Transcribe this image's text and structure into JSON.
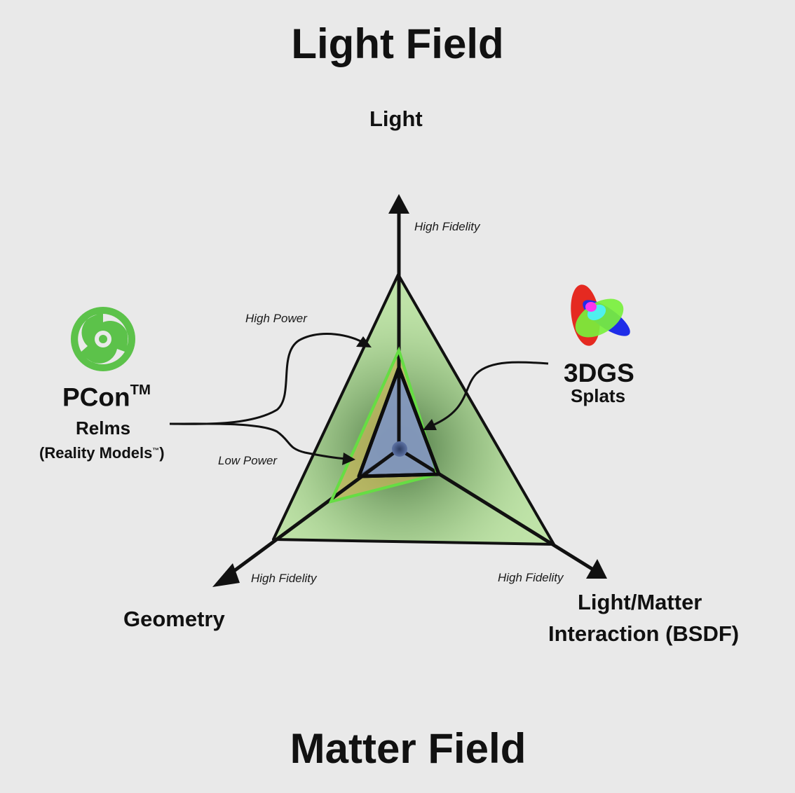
{
  "titles": {
    "top": "Light Field",
    "bottom": "Matter Field"
  },
  "axes": {
    "top": {
      "label": "Light",
      "fidelity": "High Fidelity"
    },
    "left": {
      "label": "Geometry",
      "fidelity": "High Fidelity"
    },
    "right": {
      "label_line1": "Light/Matter",
      "label_line2": "Interaction (BSDF)",
      "fidelity": "High Fidelity"
    }
  },
  "pcon": {
    "name": "PCon",
    "tm": "TM",
    "line2": "Relms",
    "line3": "(Reality Models",
    "line3_tm": "™",
    "line3_end": ")",
    "high_power": "High Power",
    "low_power": "Low Power",
    "logo_icon": "spiral-logo-icon"
  },
  "gs": {
    "name": "3DGS",
    "sub": "Splats",
    "logo_icon": "splat-ellipses-logo-icon"
  },
  "colors": {
    "background": "#e9e9e9",
    "outer_triangle_fill": "#bfe3a8",
    "green_outline": "#66dd44",
    "inner_triangle_fill": "#7a93c9",
    "low_power_fill": "#c8b65a",
    "spiral_logo": "#5cc24a"
  }
}
